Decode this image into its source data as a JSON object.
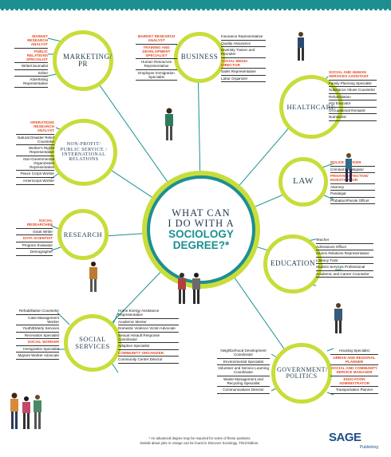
{
  "center": {
    "line1": "WHAT CAN",
    "line2": "I DO WITH A",
    "line3": "SOCIOLOGY",
    "line4": "DEGREE?*"
  },
  "circles": {
    "marketing": "MARKETING/ PR",
    "business": "BUSINESS",
    "healthcare": "HEALTHCARE",
    "nonprofit": "NON-PROFIT/ PUBLIC SERVICE / INTERNATIONAL RELATIONS",
    "law": "LAW",
    "research": "RESEARCH",
    "education": "EDUCATION",
    "social": "SOCIAL SERVICES",
    "government": "GOVERNMENT/ POLITICS"
  },
  "lists": {
    "marketing": [
      {
        "text": "MARKET RESEARCH ANALYST",
        "hl": true
      },
      {
        "text": "PUBLIC RELATIONS SPECIALIST",
        "hl": true
      },
      {
        "text": "Writer/Journalist",
        "hl": false
      },
      {
        "text": "Editor",
        "hl": false
      },
      {
        "text": "Advertising Representative",
        "hl": false
      }
    ],
    "business_left": [
      {
        "text": "MARKET RESEARCH ANALYST",
        "hl": true
      },
      {
        "text": "TRAINING AND DEVELOPMENT SPECIALIST",
        "hl": true
      },
      {
        "text": "Human Resources Representative",
        "hl": false
      },
      {
        "text": "Employee Immigration Specialist",
        "hl": false
      }
    ],
    "business_right": [
      {
        "text": "Insurance Representative",
        "hl": false
      },
      {
        "text": "Quality Assurance",
        "hl": false
      },
      {
        "text": "Diversity Trainer and Recruiter",
        "hl": false
      },
      {
        "text": "SOCIAL MEDIA DIRECTOR",
        "hl": true
      },
      {
        "text": "Sales Representative",
        "hl": false
      },
      {
        "text": "Labor Organizer",
        "hl": false
      }
    ],
    "healthcare": [
      {
        "text": "SOCIAL AND HUMAN SERVICES ASSISTANT",
        "hl": true
      },
      {
        "text": "Family Planning Specialist",
        "hl": false
      },
      {
        "text": "Substance Abuse Counselor",
        "hl": false
      },
      {
        "text": "Rehabilitation",
        "hl": false
      },
      {
        "text": "HIV Educator",
        "hl": false
      },
      {
        "text": "Occupational therapist",
        "hl": false
      },
      {
        "text": "Nutritionist",
        "hl": false
      }
    ],
    "nonprofit": [
      {
        "text": "OPERATIONS RESEARCH ANALYST",
        "hl": true
      },
      {
        "text": "Natural Disaster Relief Counselor",
        "hl": false
      },
      {
        "text": "Worker's Rights Representative",
        "hl": false
      },
      {
        "text": "Non-Governmental Organization Representative",
        "hl": false
      },
      {
        "text": "Peace Corps Worker",
        "hl": false
      },
      {
        "text": "Americorps Worker",
        "hl": false
      }
    ],
    "law": [
      {
        "text": "POLICE OFFICER",
        "hl": true
      },
      {
        "text": "Criminal Investigator",
        "hl": false
      },
      {
        "text": "PRIVATE DETECTIVE/ INVESTIGATOR",
        "hl": true
      },
      {
        "text": "Attorney",
        "hl": false
      },
      {
        "text": "Paralegal",
        "hl": false
      },
      {
        "text": "Probation/Parole Officer",
        "hl": false
      }
    ],
    "research": [
      {
        "text": "SOCIAL RESEARCHER",
        "hl": true
      },
      {
        "text": "Grant Writer",
        "hl": false
      },
      {
        "text": "DATA SCIENTIST",
        "hl": true
      },
      {
        "text": "Program Evaluator",
        "hl": false
      },
      {
        "text": "Demographer",
        "hl": false
      }
    ],
    "education": [
      {
        "text": "Teacher",
        "hl": false
      },
      {
        "text": "Admissions Officer",
        "hl": false
      },
      {
        "text": "Alumni Relations Representative",
        "hl": false
      },
      {
        "text": "Literacy Tutor",
        "hl": false
      },
      {
        "text": "Student Services Professional",
        "hl": false
      },
      {
        "text": "Academic and Career Counselor",
        "hl": false
      }
    ],
    "social_left": [
      {
        "text": "Rehabilitation Counselor",
        "hl": false
      },
      {
        "text": "Case Management Worker",
        "hl": false
      },
      {
        "text": "Youth/Elderly Services",
        "hl": false
      },
      {
        "text": "Recreation Specialist",
        "hl": false
      },
      {
        "text": "SOCIAL WORKER",
        "hl": true
      },
      {
        "text": "Immigration Specialist",
        "hl": false
      },
      {
        "text": "Migrant Worker Advocate",
        "hl": false
      }
    ],
    "social_right": [
      {
        "text": "Home Energy Assistance Representative",
        "hl": false
      },
      {
        "text": "Academic Mentor",
        "hl": false
      },
      {
        "text": "Domestic Violence Victim Advocate",
        "hl": false
      },
      {
        "text": "Sexual Assault Response Coordinator",
        "hl": false
      },
      {
        "text": "Adoption Specialist",
        "hl": false
      },
      {
        "text": "COMMUNITY ORGANIZER",
        "hl": true
      },
      {
        "text": "Community Center Director",
        "hl": false
      }
    ],
    "gov_left": [
      {
        "text": "Neighborhood Development Coordinator",
        "hl": false
      },
      {
        "text": "Environmental Specialist",
        "hl": false
      },
      {
        "text": "Volunteer and Service Learning Coordinator",
        "hl": false
      },
      {
        "text": "Waste Management and Recycling Specialist",
        "hl": false
      },
      {
        "text": "Communications Director",
        "hl": false
      }
    ],
    "gov_right": [
      {
        "text": "Housing Specialist",
        "hl": false
      },
      {
        "text": "URBAN AND REGIONAL PLANNER",
        "hl": true
      },
      {
        "text": "SOCIAL AND COMMUNITY SERVICE MANAGER",
        "hl": true
      },
      {
        "text": "EDUCATION ADMINISTRATOR",
        "hl": true
      },
      {
        "text": "Transportation Planner",
        "hl": false
      }
    ]
  },
  "footnote": {
    "line1": "* An advanced degree may be required for some of these positions",
    "line2": "Details about jobs in orange can be found in Discover Sociology, Third Edition."
  },
  "logo": {
    "name": "SAGE",
    "sub": "Publishing"
  },
  "colors": {
    "teal": "#1c8f91",
    "green": "#c8dd3a",
    "orange": "#e4481f",
    "navy": "#1f3a4d"
  }
}
